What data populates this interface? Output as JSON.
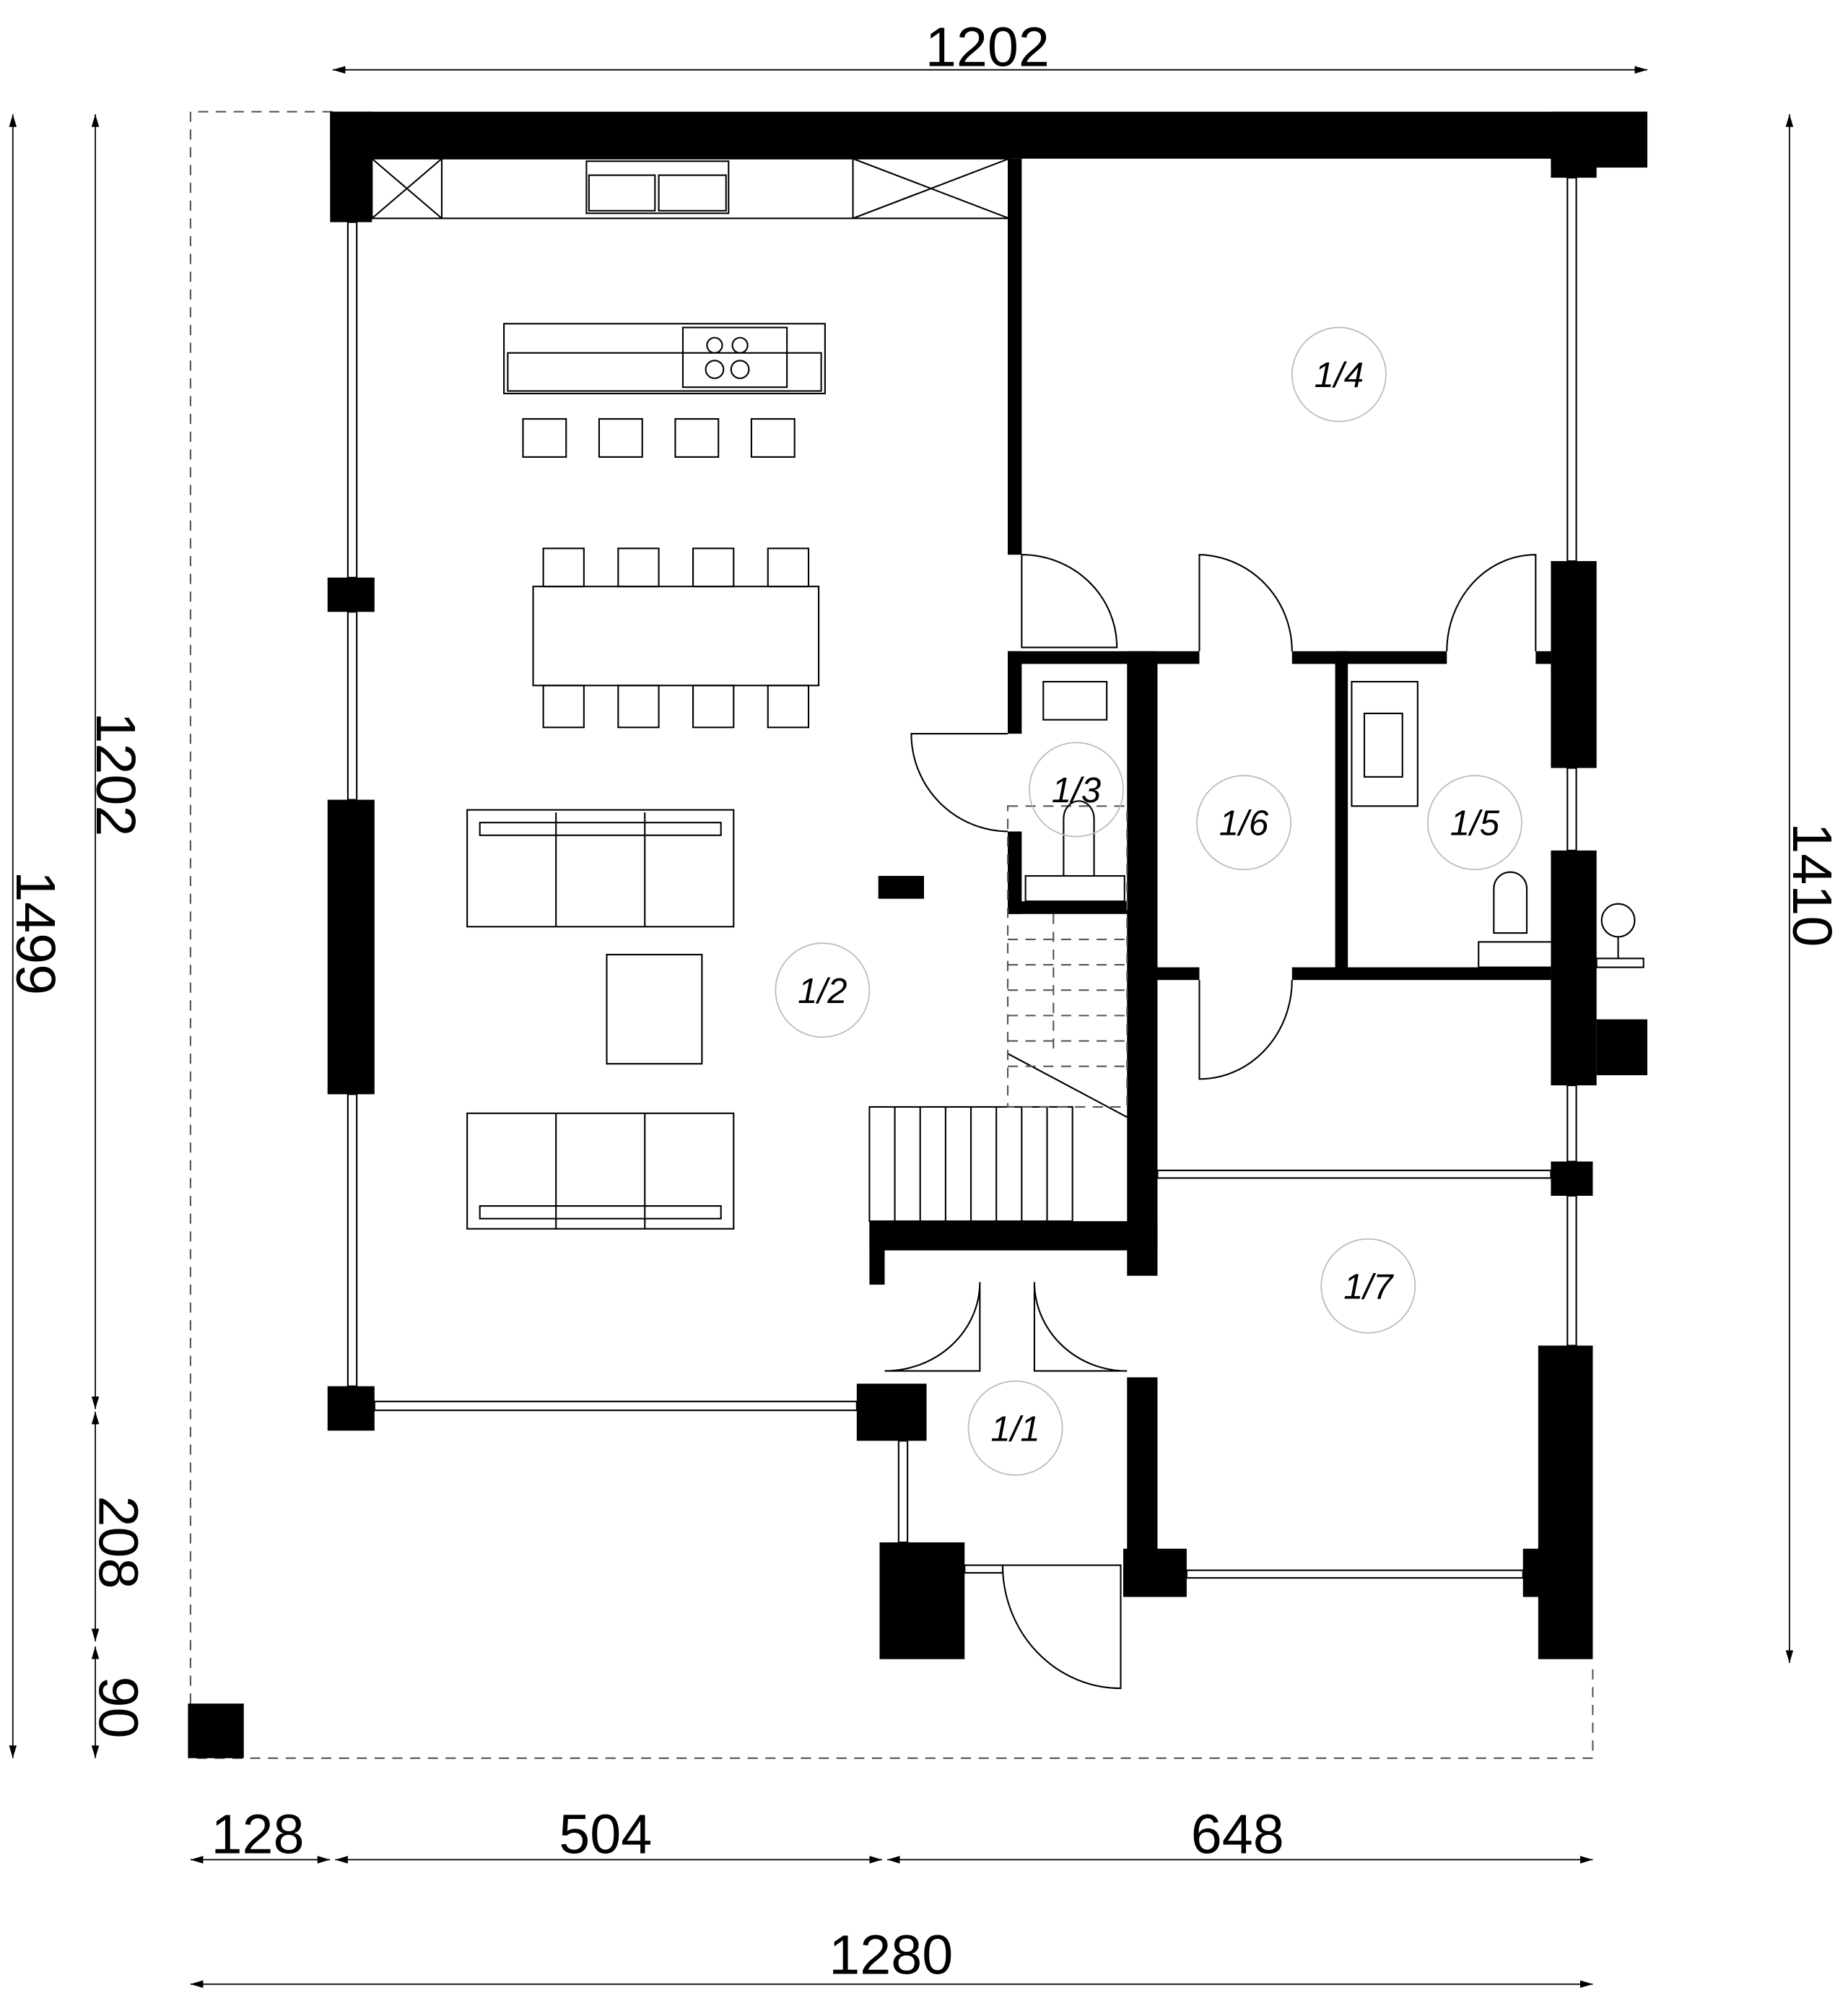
{
  "dimensions": {
    "top_width": "1202",
    "left_total": "1499",
    "left_inner": "1202",
    "left_mid": "208",
    "left_bottom": "90",
    "right_height": "1410",
    "bottom_a": "128",
    "bottom_b": "504",
    "bottom_c": "648",
    "bottom_total": "1280"
  },
  "rooms": {
    "r11": "1/1",
    "r12": "1/2",
    "r13": "1/3",
    "r14": "1/4",
    "r15": "1/5",
    "r16": "1/6",
    "r17": "1/7"
  }
}
